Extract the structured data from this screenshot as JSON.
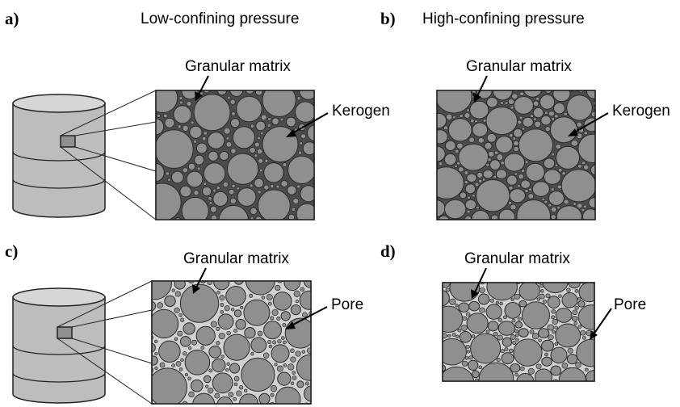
{
  "panels": [
    {
      "letter": "a)",
      "title": "Low-confining pressure",
      "matrix_label": "Granular matrix",
      "fill_label": "Kerogen",
      "fill_color": "#4b4b4b",
      "compacted": false
    },
    {
      "letter": "b)",
      "title": "High-confining pressure",
      "matrix_label": "Granular matrix",
      "fill_label": "Kerogen",
      "fill_color": "#4b4b4b",
      "compacted": true
    },
    {
      "letter": "c)",
      "title": "",
      "matrix_label": "Granular matrix",
      "fill_label": "Pore",
      "fill_color": "#d2d2d2",
      "compacted": false
    },
    {
      "letter": "d)",
      "title": "",
      "matrix_label": "Granular matrix",
      "fill_label": "Pore",
      "fill_color": "#d2d2d2",
      "compacted": true
    }
  ],
  "colors": {
    "grain": "#8f8f8f",
    "grain_stroke": "#2a2a2a",
    "cylinder": "#bdbdbd",
    "cylinder_top": "#d6d6d6"
  }
}
